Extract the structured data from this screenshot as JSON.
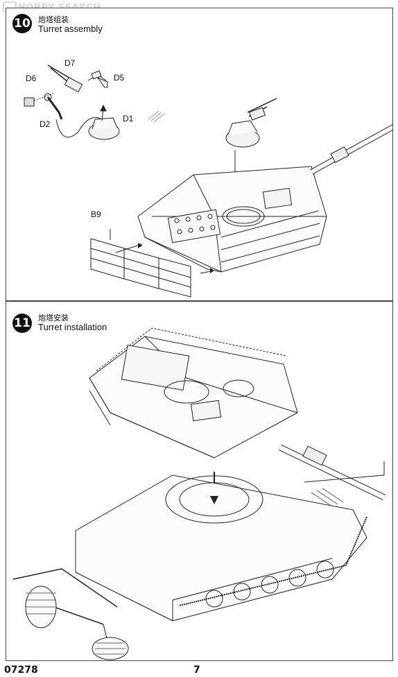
{
  "watermark": "HOBBY SEARCH",
  "steps": [
    {
      "number": "10",
      "title_cn": "炮塔组装",
      "title_en": "Turret assembly",
      "parts": [
        "D7",
        "D6",
        "D5",
        "D1",
        "D2",
        "B9"
      ]
    },
    {
      "number": "11",
      "title_cn": "炮塔安装",
      "title_en": "Turret installation"
    }
  ],
  "footer": {
    "kit_code": "07278",
    "page": "7"
  }
}
